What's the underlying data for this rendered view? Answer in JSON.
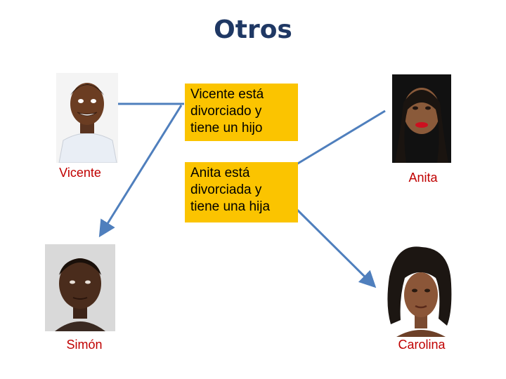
{
  "title": "Otros",
  "boxes": {
    "vicente_text": "Vicente está divorciado y tiene un hijo",
    "anita_text": "Anita está divorciada y tiene una hija"
  },
  "people": {
    "vicente": "Vicente",
    "anita": "Anita",
    "simon": "Simón",
    "carolina": "Carolina"
  },
  "colors": {
    "title": "#1f3864",
    "box_fill": "#fbc400",
    "name": "#c00000",
    "arrow": "#4f7fbd"
  }
}
